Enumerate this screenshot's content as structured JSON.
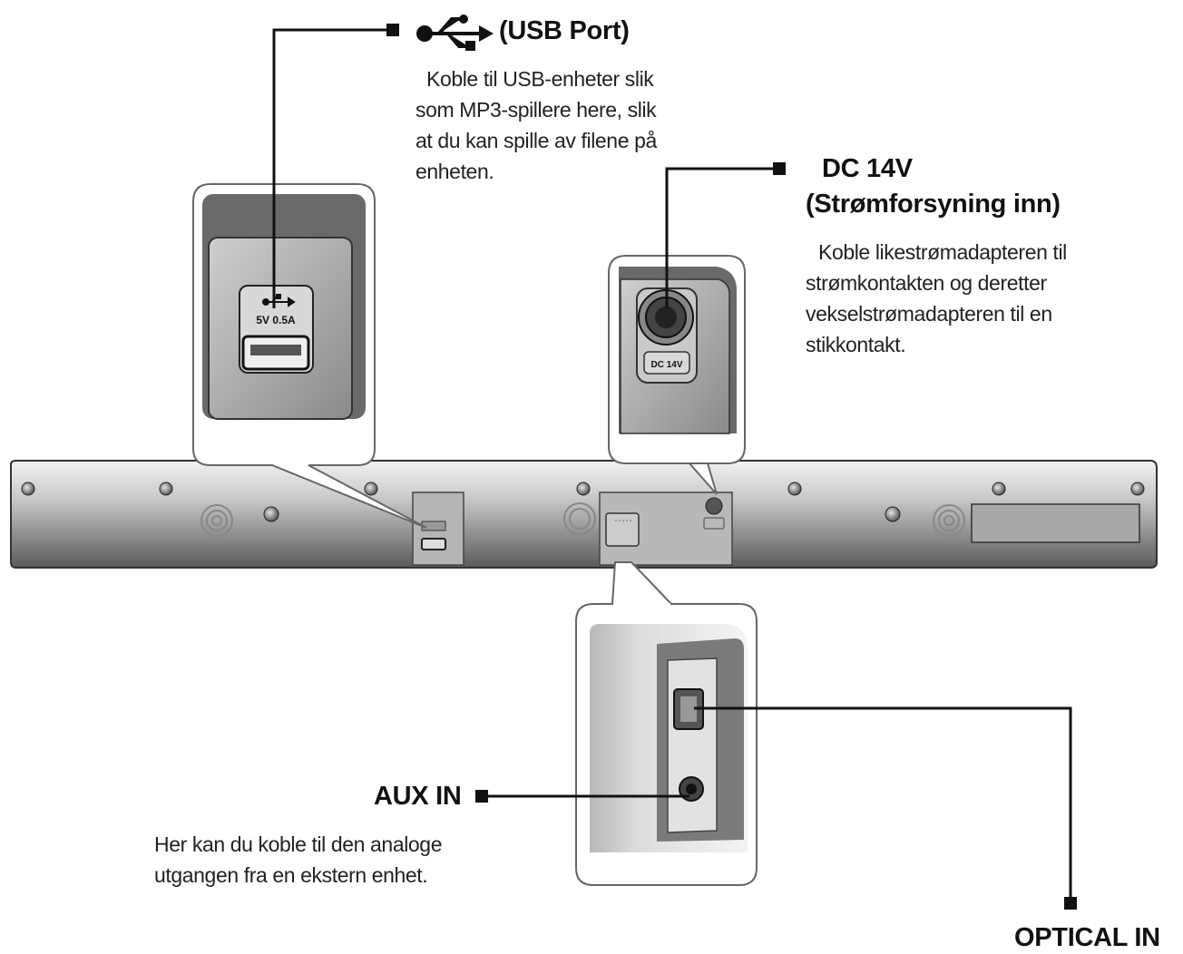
{
  "usb": {
    "title": "(USB Port)",
    "description": "Koble til USB-enheter slik\nsom MP3-spillere here, slik\nat du kan spille av filene på\nenheten.",
    "port_label": "5V 0.5A"
  },
  "dc": {
    "title_line1": "DC 14V",
    "title_line2": "(Strømforsyning inn)",
    "description": "Koble likestrømadapteren til\nstrømkontakten og deretter\nvekselstrømadapteren til en\nstikkontakt.",
    "port_label": "DC 14V"
  },
  "aux": {
    "title": "AUX IN",
    "description": "Her kan du koble til den analoge\nutgangen fra en ekstern enhet."
  },
  "optical": {
    "title": "OPTICAL IN"
  }
}
